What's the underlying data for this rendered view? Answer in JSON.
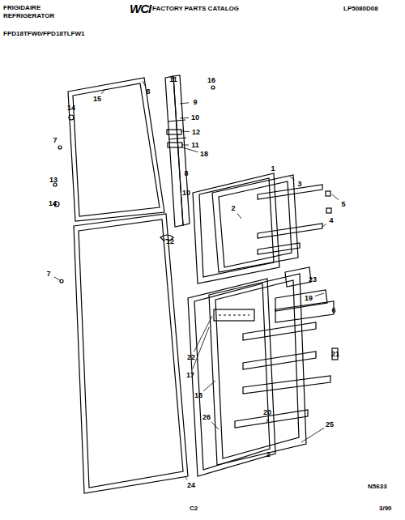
{
  "diagram": {
    "labels": [
      "FRIGIDAIRE",
      "REFRIGERATOR",
      "WCI",
      "FACTORY PARTS CATALOG",
      "LP5080D08",
      "FPD18TFW0/FPD18TLFW1",
      "11",
      "16",
      "8",
      "15",
      "14",
      "9",
      "10",
      "7",
      "12",
      "11",
      "18",
      "13",
      "14",
      "8",
      "10",
      "12",
      "7",
      "24",
      "1",
      "2",
      "3",
      "5",
      "4",
      "23",
      "19",
      "6",
      "22",
      "17",
      "21",
      "18",
      "20",
      "26",
      "25",
      "2",
      "N5633",
      "C2",
      "3/90"
    ]
  }
}
